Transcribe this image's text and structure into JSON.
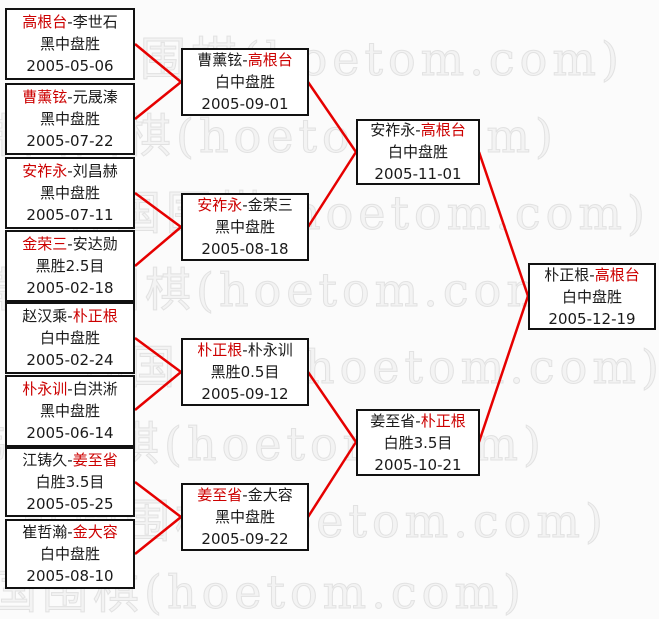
{
  "colors": {
    "background": "#fbfbfb",
    "box_border": "#111111",
    "box_background": "#ffffff",
    "text": "#1a1a1a",
    "winner_text": "#cc0000",
    "connector_line": "#e60000",
    "watermark": "#e2e2e2"
  },
  "separator": "-",
  "watermark": {
    "text": "韩国围棋(hoetom.com)"
  },
  "bracket": {
    "round1": [
      {
        "left": "高根台",
        "right": "李世石",
        "winner": "left",
        "result": "黑中盘胜",
        "date": "2005-05-06"
      },
      {
        "left": "曹薰铉",
        "right": "元晟溱",
        "winner": "left",
        "result": "黑中盘胜",
        "date": "2005-07-22"
      },
      {
        "left": "安祚永",
        "right": "刘昌赫",
        "winner": "left",
        "result": "黑中盘胜",
        "date": "2005-07-11"
      },
      {
        "left": "金荣三",
        "right": "安达勋",
        "winner": "left",
        "result": "黑胜2.5目",
        "date": "2005-02-18"
      },
      {
        "left": "赵汉乘",
        "right": "朴正根",
        "winner": "right",
        "result": "白中盘胜",
        "date": "2005-02-24"
      },
      {
        "left": "朴永训",
        "right": "白洪淅",
        "winner": "left",
        "result": "黑中盘胜",
        "date": "2005-06-14"
      },
      {
        "left": "江铸久",
        "right": "姜至省",
        "winner": "right",
        "result": "白胜3.5目",
        "date": "2005-05-25"
      },
      {
        "left": "崔哲瀚",
        "right": "金大容",
        "winner": "right",
        "result": "白中盘胜",
        "date": "2005-08-10"
      }
    ],
    "round2": [
      {
        "left": "曹薰铉",
        "right": "高根台",
        "winner": "right",
        "result": "白中盘胜",
        "date": "2005-09-01"
      },
      {
        "left": "安祚永",
        "right": "金荣三",
        "winner": "left",
        "result": "黑中盘胜",
        "date": "2005-08-18"
      },
      {
        "left": "朴正根",
        "right": "朴永训",
        "winner": "left",
        "result": "黑胜0.5目",
        "date": "2005-09-12"
      },
      {
        "left": "姜至省",
        "right": "金大容",
        "winner": "left",
        "result": "黑中盘胜",
        "date": "2005-09-22"
      }
    ],
    "semifinals": [
      {
        "left": "安祚永",
        "right": "高根台",
        "winner": "right",
        "result": "白中盘胜",
        "date": "2005-11-01"
      },
      {
        "left": "姜至省",
        "right": "朴正根",
        "winner": "right",
        "result": "白胜3.5目",
        "date": "2005-10-21"
      }
    ],
    "final": [
      {
        "left": "朴正根",
        "right": "高根台",
        "winner": "right",
        "result": "白中盘胜",
        "date": "2005-12-19"
      }
    ]
  }
}
